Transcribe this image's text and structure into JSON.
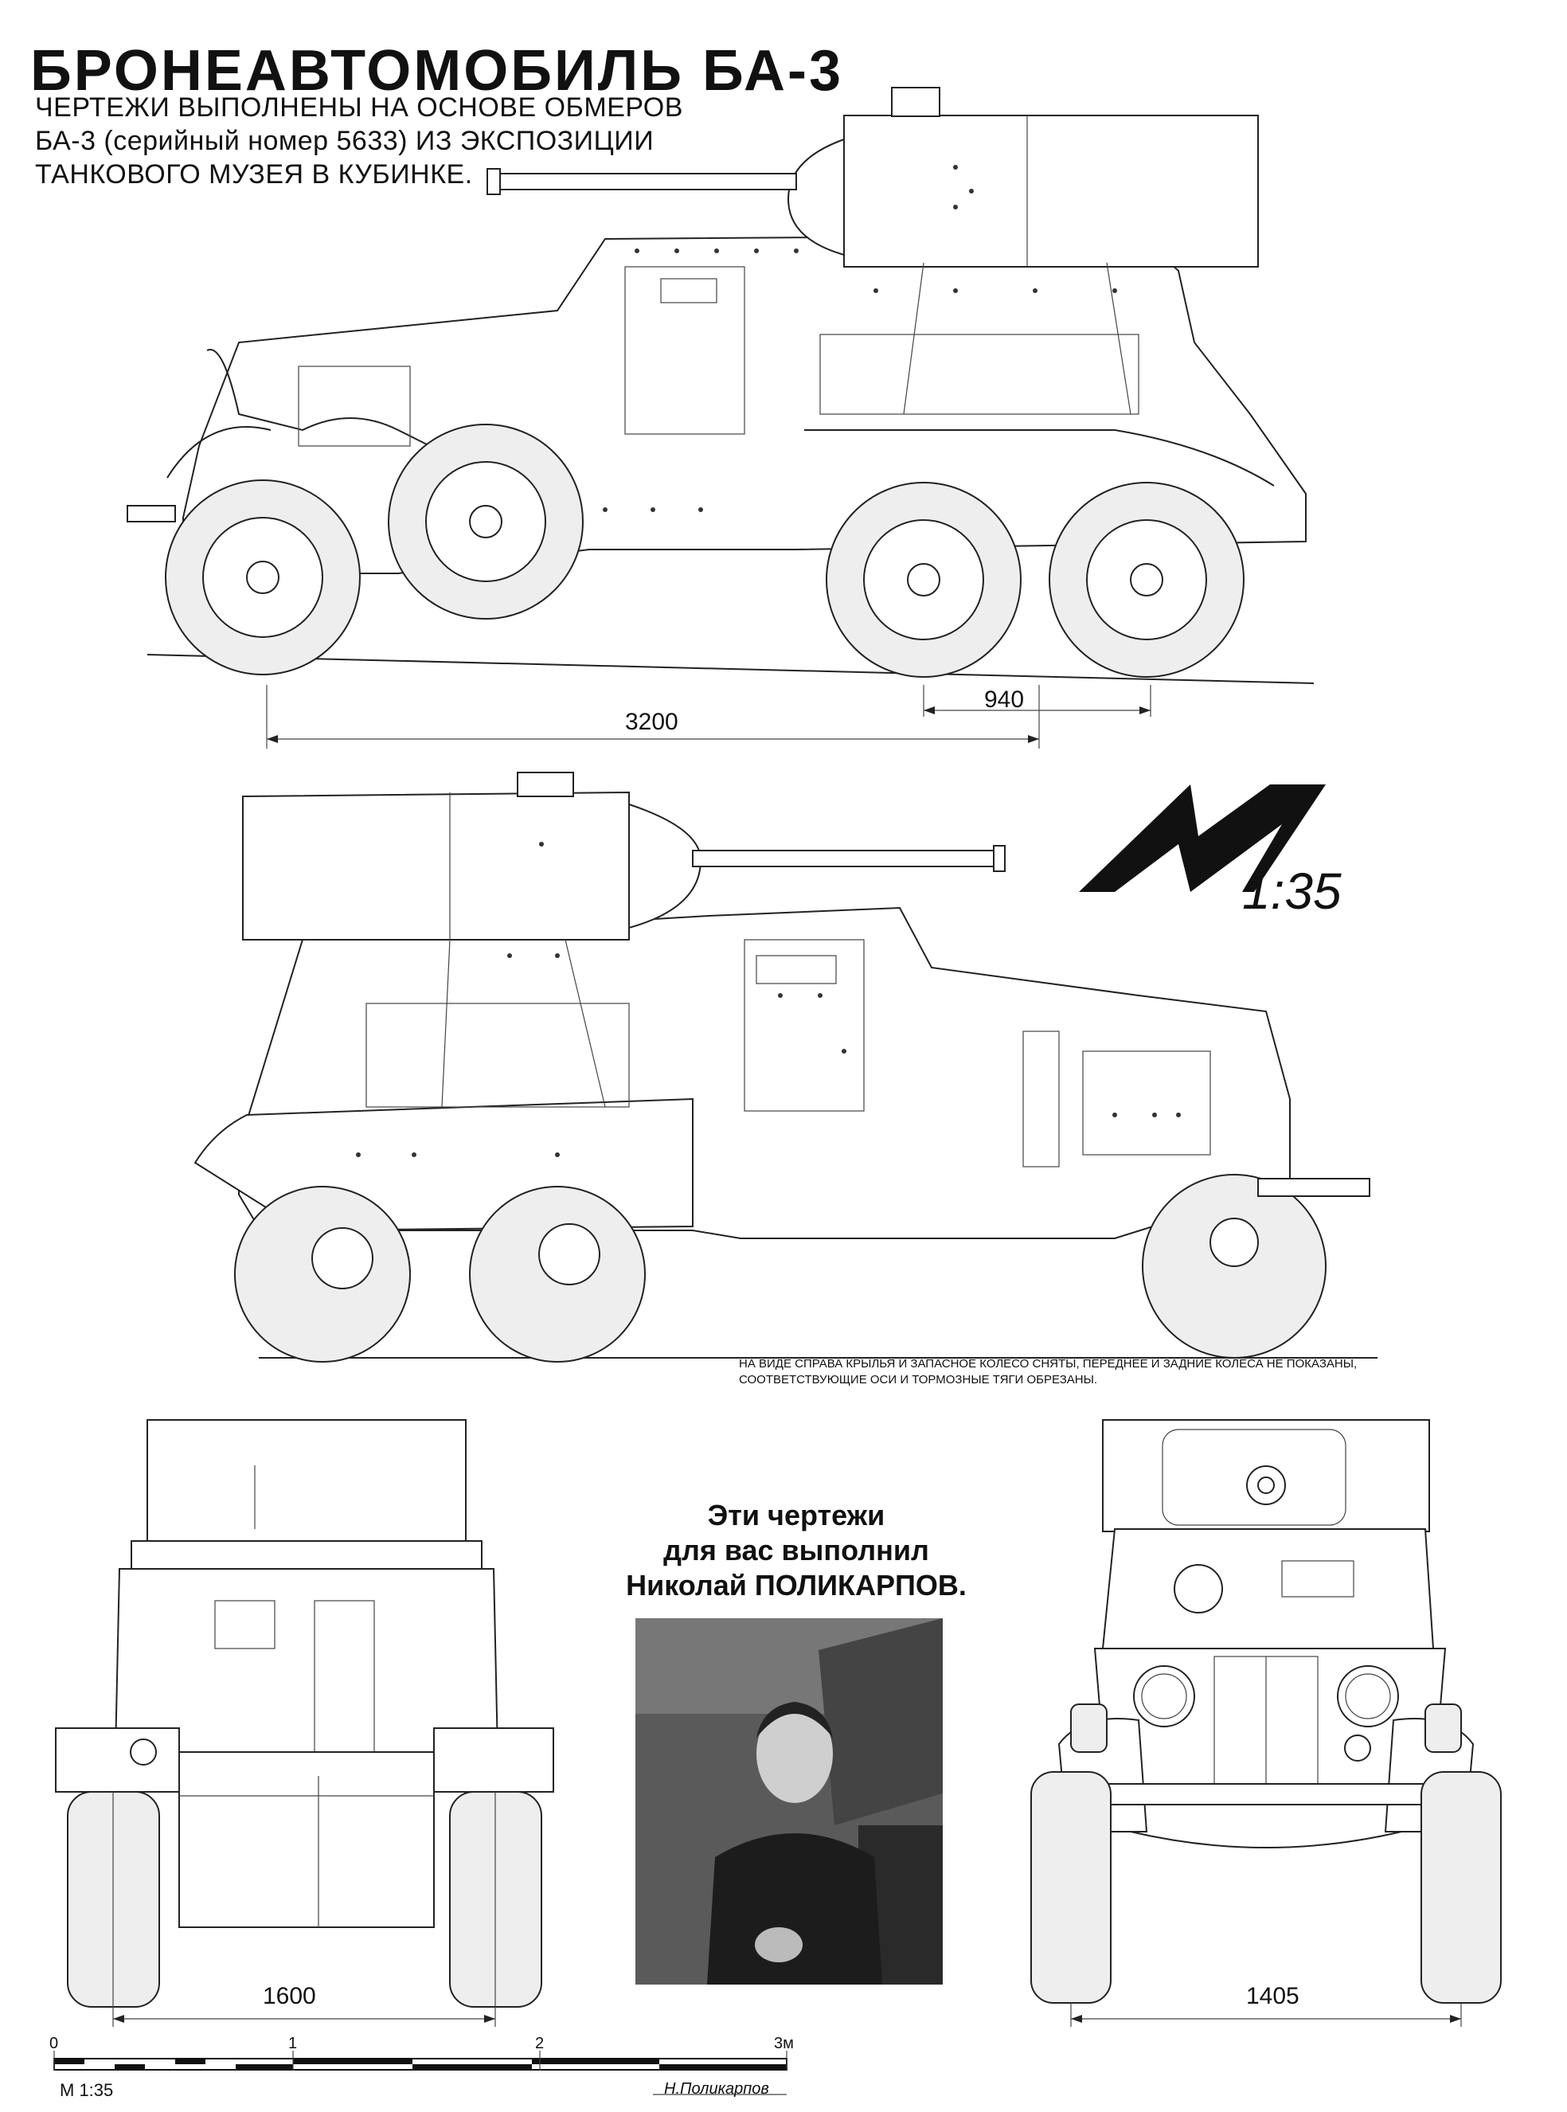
{
  "header": {
    "title": "БРОНЕАВТОМОБИЛЬ БА-3",
    "subtitle_lines": [
      "ЧЕРТЕЖИ ВЫПОЛНЕНЫ НА ОСНОВЕ ОБМЕРОВ",
      "БА-3 (серийный номер 5633) ИЗ ЭКСПОЗИЦИИ",
      "ТАНКОВОГО МУЗЕЯ В КУБИНКЕ."
    ]
  },
  "dimensions": {
    "wheelbase": "3200",
    "rear_axle_spacing": "940",
    "rear_track": "1600",
    "front_track": "1405"
  },
  "logo": {
    "scale": "1:35"
  },
  "note_lines": [
    "НА ВИДЕ СПРАВА КРЫЛЬЯ И ЗАПАСНОЕ КОЛЕСО СНЯТЫ, ПЕРЕДНЕЕ И ЗАДНИЕ КОЛЕСА НЕ ПОКАЗАНЫ,",
    "СООТВЕТСТВУЮЩИЕ ОСИ И ТОРМОЗНЫЕ ТЯГИ ОБРЕЗАНЫ."
  ],
  "credit_lines": [
    "Эти чертежи",
    "для вас выполнил",
    "Николай ПОЛИКАРПОВ."
  ],
  "scale_bar": {
    "ticks": [
      "0",
      "1",
      "2",
      "3м"
    ],
    "label": "М 1:35"
  },
  "author_signature": "Н.Поликарпов"
}
